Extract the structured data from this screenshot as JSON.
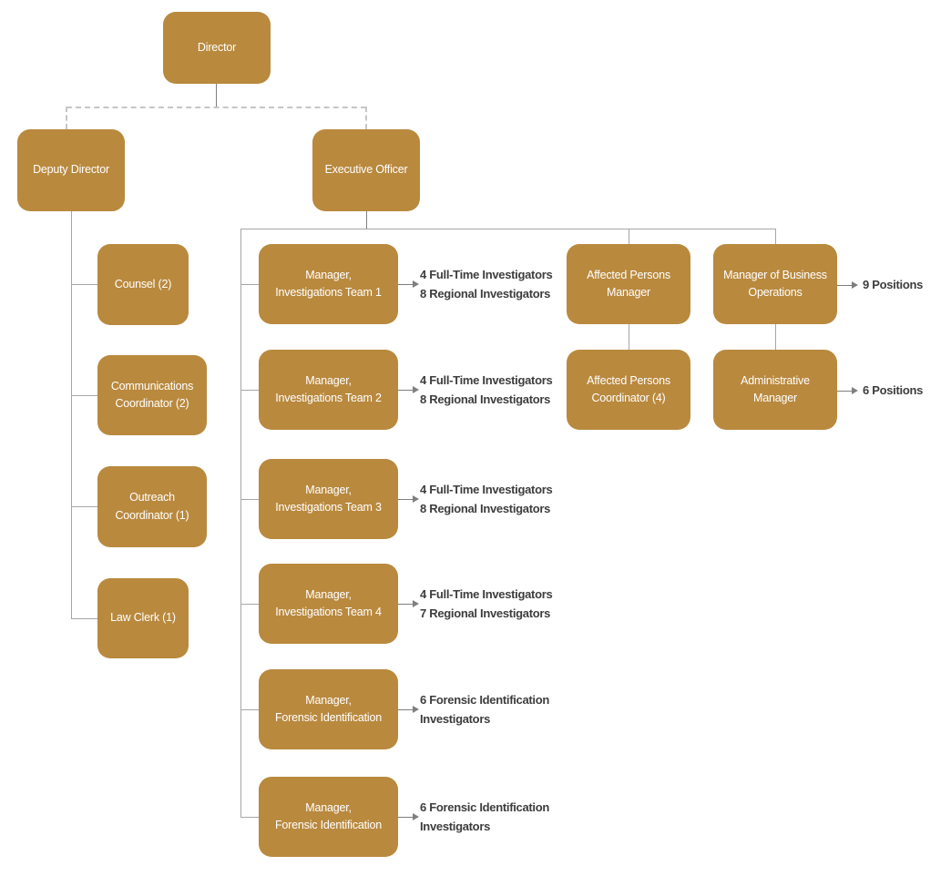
{
  "org_chart": {
    "colors": {
      "box_fill": "#B9893E",
      "box_text": "#FFFFFF",
      "connector": "#A6A6A6",
      "connector_dark": "#7F7F7F",
      "dashed": "#C6C6C6",
      "annotation": "#3D3D3D",
      "page_bg": "#FFFFFF"
    },
    "nodes": {
      "director": {
        "label": "Director"
      },
      "deputy_director": {
        "label": "Deputy Director"
      },
      "executive_officer": {
        "label": "Executive Officer"
      },
      "counsel": {
        "label": "Counsel (2)"
      },
      "communications_coordinator": {
        "line1": "Communications",
        "line2": "Coordinator (2)"
      },
      "outreach_coordinator": {
        "line1": "Outreach",
        "line2": "Coordinator (1)"
      },
      "law_clerk": {
        "label": "Law Clerk (1)"
      },
      "mgr_investigations_team1": {
        "line1": "Manager,",
        "line2": "Investigations Team 1"
      },
      "mgr_investigations_team2": {
        "line1": "Manager,",
        "line2": "Investigations Team 2"
      },
      "mgr_investigations_team3": {
        "line1": "Manager,",
        "line2": "Investigations Team 3"
      },
      "mgr_investigations_team4": {
        "line1": "Manager,",
        "line2": "Investigations Team 4"
      },
      "mgr_forensic_identification_1": {
        "line1": "Manager,",
        "line2": "Forensic Identification"
      },
      "mgr_forensic_identification_2": {
        "line1": "Manager,",
        "line2": "Forensic Identification"
      },
      "affected_persons_manager": {
        "line1": "Affected Persons",
        "line2": "Manager"
      },
      "affected_persons_coordinator": {
        "line1": "Affected Persons",
        "line2": "Coordinator (4)"
      },
      "manager_business_operations": {
        "line1": "Manager of Business",
        "line2": "Operations"
      },
      "administrative_manager": {
        "line1": "Administrative",
        "line2": "Manager"
      }
    },
    "annotations": {
      "team1_staff": {
        "line1": "4 Full-Time Investigators",
        "line2": "8 Regional Investigators"
      },
      "team2_staff": {
        "line1": "4 Full-Time Investigators",
        "line2": "8 Regional Investigators"
      },
      "team3_staff": {
        "line1": "4 Full-Time Investigators",
        "line2": "8 Regional Investigators"
      },
      "team4_staff": {
        "line1": "4 Full-Time Investigators",
        "line2": "7 Regional Investigators"
      },
      "forensic1_staff": {
        "line1": "6 Forensic Identification",
        "line2": "Investigators"
      },
      "forensic2_staff": {
        "line1": "6 Forensic Identification",
        "line2": "Investigators"
      },
      "business_ops_staff": {
        "label": "9 Positions"
      },
      "admin_mgr_staff": {
        "label": "6 Positions"
      }
    }
  }
}
